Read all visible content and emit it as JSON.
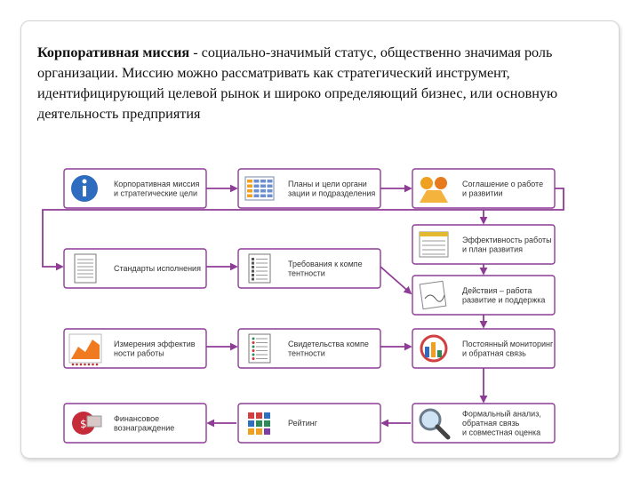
{
  "heading": {
    "term": "Корпоративная миссия",
    "definition": " - социально-значимый статус, общественно значимая роль организации. Миссию можно рассматривать как стратегический инструмент, идентифицирующий целевой рынок и широко определяющий бизнес, или основную деятельность предприятия"
  },
  "diagram": {
    "accent_color": "#8e3b95",
    "boxes": [
      {
        "lines": [
          "Корпоративная миссия",
          "и стратегические цели"
        ],
        "icon": "info-icon"
      },
      {
        "lines": [
          "Планы и цели органи",
          "зации и подразделения"
        ],
        "icon": "spreadsheet-icon"
      },
      {
        "lines": [
          "Соглашение о работе",
          "и развитии"
        ],
        "icon": "handshake-icon"
      },
      {
        "lines": [
          "Эффективность работы",
          "и план развития"
        ],
        "icon": "form-icon"
      },
      {
        "lines": [
          "Стандарты исполнения"
        ],
        "icon": "document-icon"
      },
      {
        "lines": [
          "Требования к компе",
          "тентности"
        ],
        "icon": "checklist-icon"
      },
      {
        "lines": [
          "Действия – работа",
          "развитие и поддержка"
        ],
        "icon": "notes-icon"
      },
      {
        "lines": [
          "Измерения эффектив",
          "ности работы"
        ],
        "icon": "bar-chart-icon"
      },
      {
        "lines": [
          "Свидетельства компе",
          "тентности"
        ],
        "icon": "certificate-icon"
      },
      {
        "lines": [
          "Постоянный мониторинг",
          "и обратная связь"
        ],
        "icon": "monitor-icon"
      },
      {
        "lines": [
          "Финансовое",
          "вознаграждение"
        ],
        "icon": "money-icon"
      },
      {
        "lines": [
          "Рейтинг"
        ],
        "icon": "rating-icon"
      },
      {
        "lines": [
          "Формальный анализ,",
          "обратная связь",
          "и совместная оценка"
        ],
        "icon": "magnifier-icon"
      }
    ]
  }
}
